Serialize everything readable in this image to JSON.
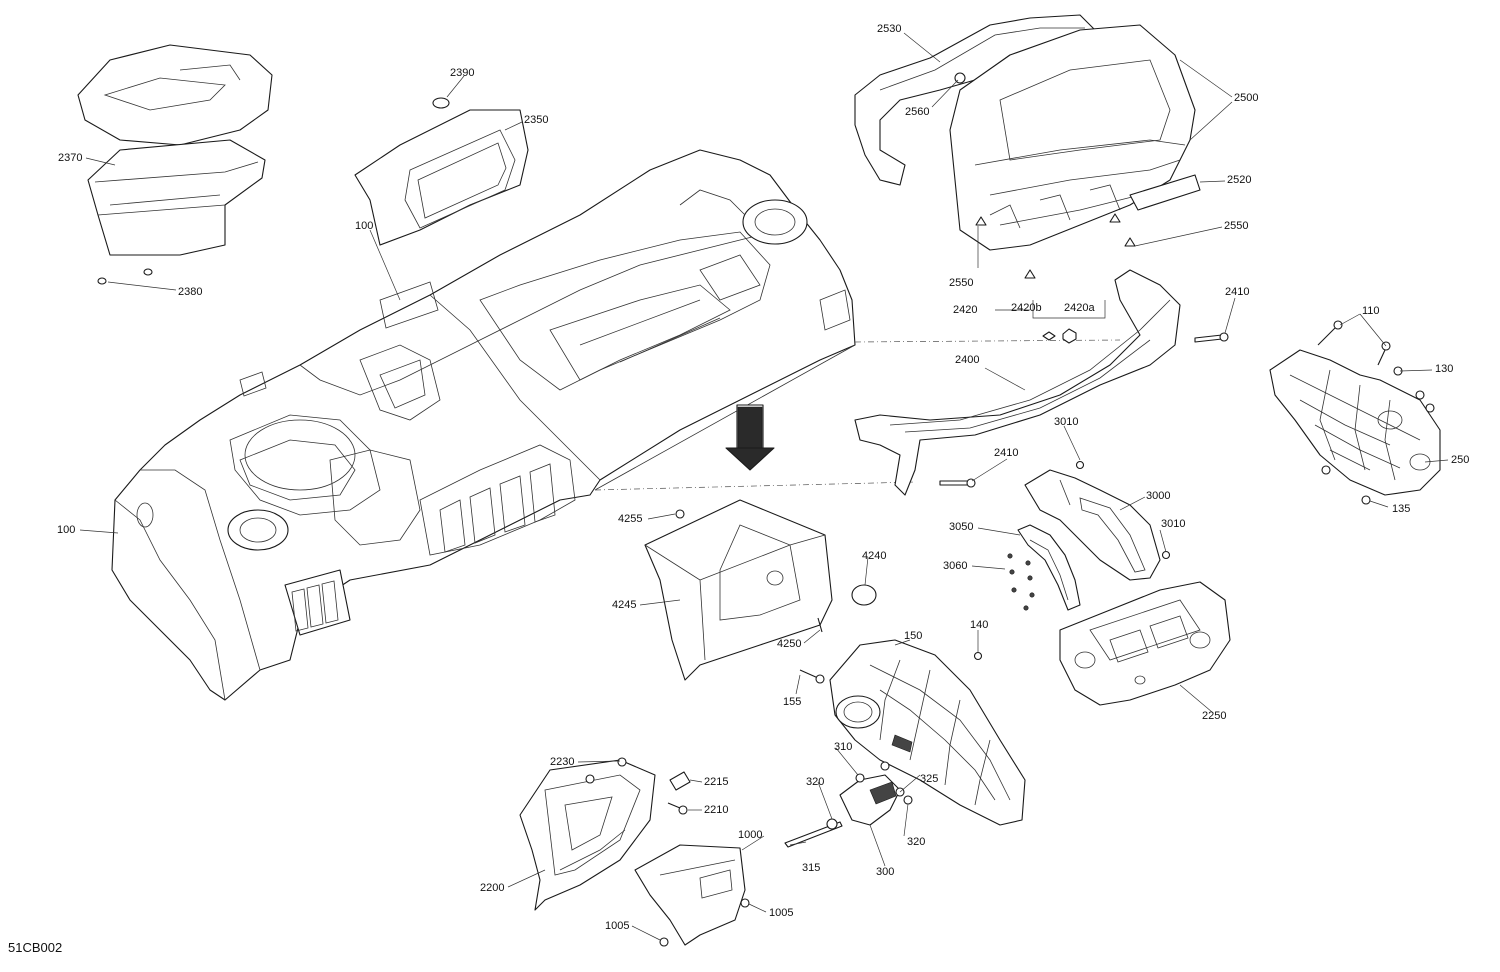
{
  "diagram": {
    "reference_code": "51CB002",
    "callouts": [
      {
        "id": "c2370",
        "label": "2370"
      },
      {
        "id": "c2380",
        "label": "2380"
      },
      {
        "id": "c2390",
        "label": "2390"
      },
      {
        "id": "c2350",
        "label": "2350"
      },
      {
        "id": "c100a",
        "label": "100"
      },
      {
        "id": "c100b",
        "label": "100"
      },
      {
        "id": "c2530",
        "label": "2530"
      },
      {
        "id": "c2560",
        "label": "2560"
      },
      {
        "id": "c2500",
        "label": "2500"
      },
      {
        "id": "c2520",
        "label": "2520"
      },
      {
        "id": "c2550a",
        "label": "2550"
      },
      {
        "id": "c2550b",
        "label": "2550"
      },
      {
        "id": "c2420",
        "label": "2420"
      },
      {
        "id": "c2420b",
        "label": "2420b"
      },
      {
        "id": "c2420a",
        "label": "2420a"
      },
      {
        "id": "c2410a",
        "label": "2410"
      },
      {
        "id": "c2400",
        "label": "2400"
      },
      {
        "id": "c2410b",
        "label": "2410"
      },
      {
        "id": "c110",
        "label": "110"
      },
      {
        "id": "c130",
        "label": "130"
      },
      {
        "id": "c250",
        "label": "250"
      },
      {
        "id": "c135",
        "label": "135"
      },
      {
        "id": "c3010a",
        "label": "3010"
      },
      {
        "id": "c3000",
        "label": "3000"
      },
      {
        "id": "c3010b",
        "label": "3010"
      },
      {
        "id": "c3050",
        "label": "3050"
      },
      {
        "id": "c3060",
        "label": "3060"
      },
      {
        "id": "c4255",
        "label": "4255"
      },
      {
        "id": "c4240",
        "label": "4240"
      },
      {
        "id": "c4245",
        "label": "4245"
      },
      {
        "id": "c4250",
        "label": "4250"
      },
      {
        "id": "c150",
        "label": "150"
      },
      {
        "id": "c140",
        "label": "140"
      },
      {
        "id": "c155",
        "label": "155"
      },
      {
        "id": "c2250",
        "label": "2250"
      },
      {
        "id": "c310",
        "label": "310"
      },
      {
        "id": "c320a",
        "label": "320"
      },
      {
        "id": "c325",
        "label": "325"
      },
      {
        "id": "c320b",
        "label": "320"
      },
      {
        "id": "c315",
        "label": "315"
      },
      {
        "id": "c300",
        "label": "300"
      },
      {
        "id": "c2230",
        "label": "2230"
      },
      {
        "id": "c2215",
        "label": "2215"
      },
      {
        "id": "c2210",
        "label": "2210"
      },
      {
        "id": "c2200",
        "label": "2200"
      },
      {
        "id": "c1000",
        "label": "1000"
      },
      {
        "id": "c1005a",
        "label": "1005"
      },
      {
        "id": "c1005b",
        "label": "1005"
      }
    ]
  }
}
